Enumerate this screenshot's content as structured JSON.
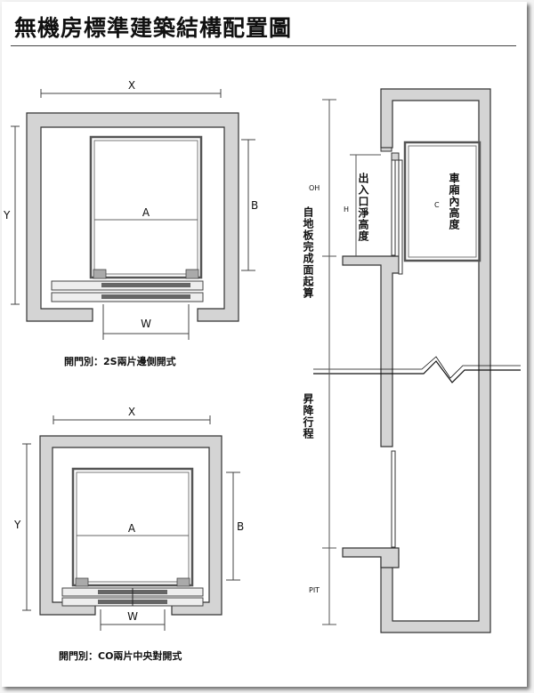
{
  "title": "無機房標準建築結構配置圖",
  "plan_2s": {
    "dim_x": "X",
    "dim_y": "Y",
    "dim_b": "B",
    "area": "A",
    "dim_w": "W",
    "caption": "開門別：2S兩片邊側開式"
  },
  "plan_co": {
    "dim_x": "X",
    "dim_y": "Y",
    "dim_b": "B",
    "area": "A",
    "dim_w": "W",
    "caption": "開門別：CO兩片中央對開式"
  },
  "section": {
    "oh": "OH",
    "h": "H",
    "c": "C",
    "pit": "PIT",
    "floor_ref": "自地板完成面起算",
    "travel": "昇降行程",
    "entrance_height": "出入口淨高度",
    "car_height": "車廂內高度"
  }
}
